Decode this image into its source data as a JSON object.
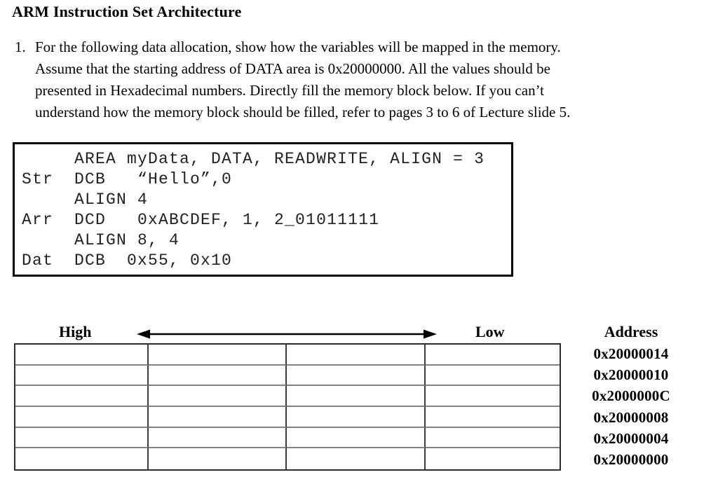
{
  "page": {
    "title": "ARM Instruction Set Architecture"
  },
  "question": {
    "number": "1.",
    "lines": [
      "For the following data allocation, show how the variables will be mapped in the memory.",
      "Assume that the starting address of DATA area is 0x20000000. All the values should be",
      "presented in Hexadecimal numbers. Directly fill the memory block below. If you can’t",
      "understand how the memory block should be filled, refer to pages 3 to 6 of Lecture slide 5."
    ]
  },
  "code_block": {
    "lines": [
      "     AREA myData, DATA, READWRITE, ALIGN = 3",
      "Str  DCB   “Hello”,0",
      "     ALIGN 4",
      "Arr  DCD   0xABCDEF, 1, 2_01011111",
      "     ALIGN 8, 4",
      "Dat  DCB  0x55, 0x10"
    ]
  },
  "memory_diagram": {
    "high_label": "High",
    "low_label": "Low",
    "address_label": "Address",
    "rows": 6,
    "columns": 4,
    "addresses": [
      "0x20000014",
      "0x20000010",
      "0x2000000C",
      "0x20000008",
      "0x20000004",
      "0x20000000"
    ],
    "cell_values": [
      [
        "",
        "",
        "",
        ""
      ],
      [
        "",
        "",
        "",
        ""
      ],
      [
        "",
        "",
        "",
        ""
      ],
      [
        "",
        "",
        "",
        ""
      ],
      [
        "",
        "",
        "",
        ""
      ],
      [
        "",
        "",
        "",
        ""
      ]
    ]
  }
}
